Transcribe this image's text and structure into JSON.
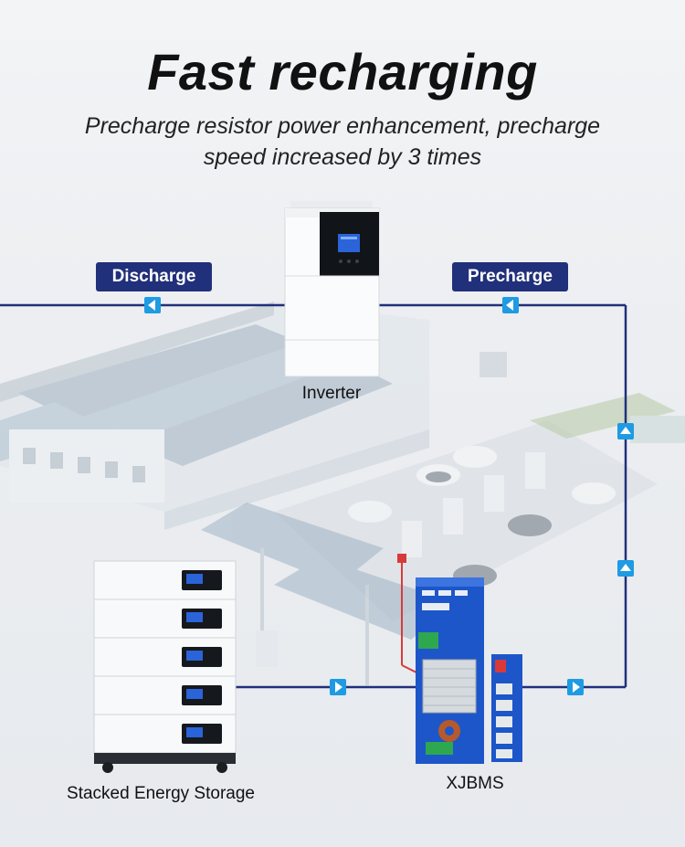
{
  "title": "Fast recharging",
  "subtitle_line1": "Precharge resistor power enhancement, precharge",
  "subtitle_line2": "speed increased by 3 times",
  "labels": {
    "discharge": "Discharge",
    "precharge": "Precharge",
    "inverter": "Inverter",
    "storage": "Stacked Energy Storage",
    "bms": "XJBMS"
  },
  "colors": {
    "line": "#21307a",
    "arrow": "#1e9be3",
    "pill": "#21307a"
  },
  "icons": [
    "arrow-left-icon",
    "arrow-up-icon",
    "arrow-right-icon"
  ]
}
